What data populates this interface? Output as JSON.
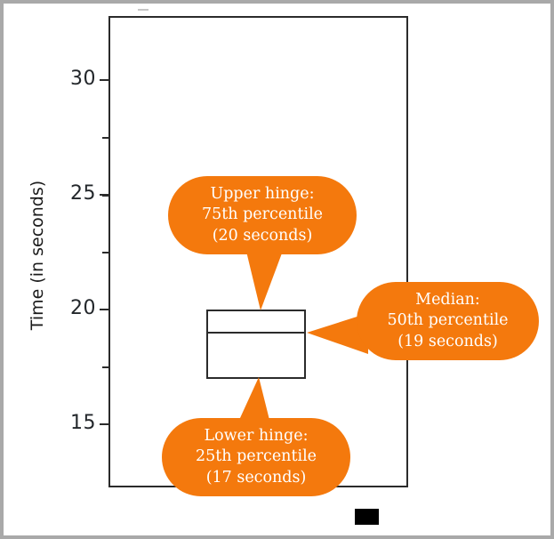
{
  "figure": {
    "kind": "annotated-boxplot",
    "accent_color": "#f4790d",
    "axis_color": "#2b2b2b",
    "background": "#ffffff",
    "border_color": "#a9a9a9"
  },
  "chart_data": {
    "type": "box",
    "title": "",
    "xlabel": "",
    "ylabel": "Time (in seconds)",
    "ylim": [
      12.9,
      32.4
    ],
    "grid": false,
    "legend": "",
    "tick_labels": [
      "30",
      "25",
      "20",
      "15"
    ],
    "major_ticks": [
      30,
      25,
      20,
      15
    ],
    "minor_ticks": [
      27.5,
      22.5,
      17.5
    ],
    "box": {
      "lower_hinge": 17,
      "median": 19,
      "upper_hinge": 20
    },
    "annotations": [
      {
        "name": "upper-hinge",
        "lines": [
          "Upper hinge:",
          "75th percentile",
          "(20 seconds)"
        ],
        "points_to": 20
      },
      {
        "name": "median",
        "lines": [
          "Median:",
          "50th percentile",
          "(19 seconds)"
        ],
        "points_to": 19
      },
      {
        "name": "lower-hinge",
        "lines": [
          "Lower hinge:",
          "25th percentile",
          "(17 seconds)"
        ],
        "points_to": 17
      }
    ]
  },
  "axis": {
    "y_title": "Time (in seconds)",
    "ticks": [
      {
        "label": "30",
        "value": 30
      },
      {
        "label": "25",
        "value": 25
      },
      {
        "label": "20",
        "value": 20
      },
      {
        "label": "15",
        "value": 15
      }
    ]
  },
  "callouts": {
    "upper": {
      "line1": "Upper hinge:",
      "line2": "75th percentile",
      "line3": "(20 seconds)"
    },
    "median": {
      "line1": "Median:",
      "line2": "50th percentile",
      "line3": "(19 seconds)"
    },
    "lower": {
      "line1": "Lower hinge:",
      "line2": "25th percentile",
      "line3": "(17 seconds)"
    }
  }
}
